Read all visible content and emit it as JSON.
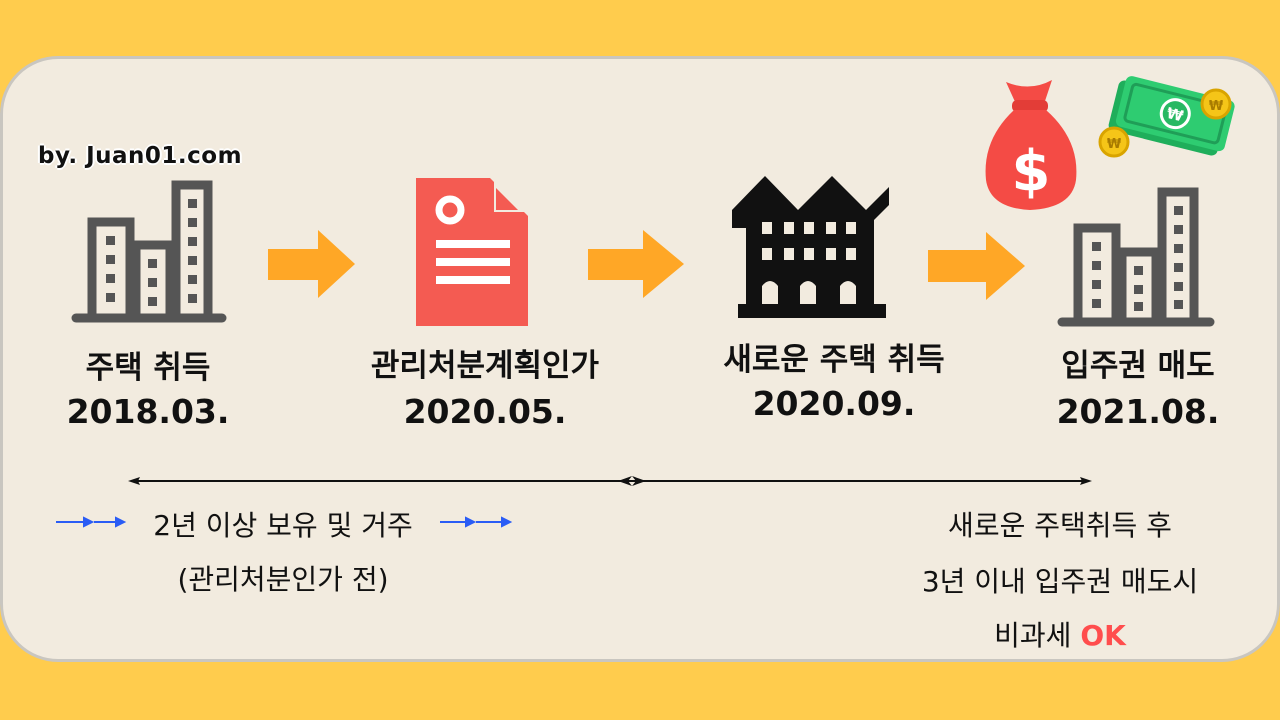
{
  "credit": "by. Juan01.com",
  "steps": [
    {
      "title": "주택 취득",
      "date": "2018.03.",
      "icon": "apartment-building-icon"
    },
    {
      "title": "관리처분계획인가",
      "date": "2020.05.",
      "icon": "document-icon"
    },
    {
      "title": "새로운 주택 취득",
      "date": "2020.09.",
      "icon": "house-block-icon"
    },
    {
      "title": "입주권 매도",
      "date": "2021.08.",
      "icon": "apartment-building-icon"
    }
  ],
  "notes": {
    "left_line1": "2년 이상 보유 및 거주",
    "left_line2": "(관리처분인가 전)",
    "right_line1": "새로운 주택취득 후",
    "right_line2": "3년 이내 입주권 매도시",
    "right_line3_prefix": "비과세 ",
    "right_line3_highlight": "OK"
  },
  "colors": {
    "background": "#ffcc4d",
    "card": "#f2ebdf",
    "arrow": "#ffa726",
    "document": "#f45b52",
    "building": "#555555",
    "highlight": "#ff4d4d",
    "money_bag": "#f44b45",
    "cash": "#2ecc71"
  }
}
